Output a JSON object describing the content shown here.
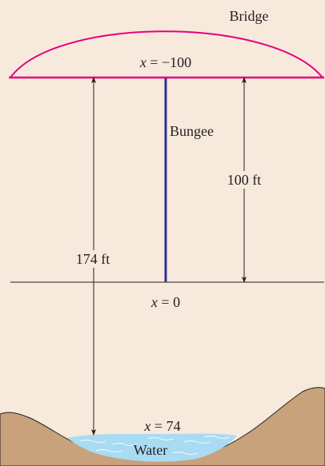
{
  "colors": {
    "background": "#f7e9dc",
    "bridge": "#e6007e",
    "bungee": "#2e3192",
    "ground": "#c8a27a",
    "water": "#a9dbf3",
    "water_wave": "#e8f7fd",
    "line": "#231f20"
  },
  "labels": {
    "bridge": "Bridge",
    "x_top_var": "x",
    "x_top_value": " = −100",
    "bungee": "Bungee",
    "dist_100": "100 ft",
    "dist_174": "174 ft",
    "x_mid_var": "x",
    "x_mid_value": " = 0",
    "x_water_var": "x",
    "x_water_value": " = 74",
    "water": "Water"
  }
}
